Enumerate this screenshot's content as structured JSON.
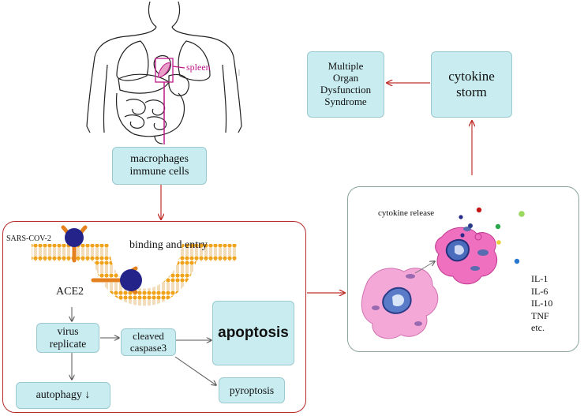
{
  "labels": {
    "spleen": "spleen",
    "macrophages_line1": "macrophages",
    "macrophages_line2": "immune cells",
    "mods_line1": "Multiple",
    "mods_line2": "Organ",
    "mods_line3": "Dysfunction",
    "mods_line4": "Syndrome",
    "storm_line1": "cytokine",
    "storm_line2": "storm",
    "cytokine_release": "cytokine release",
    "virus_name": "SARS-COV-2",
    "binding": "binding and entry",
    "receptor": "ACE2",
    "virus_replicate_line1": "virus",
    "virus_replicate_line2": "replicate",
    "cleaved_line1": "cleaved",
    "cleaved_line2": "caspase3",
    "apoptosis": "apoptosis",
    "autophagy": "autophagy ↓",
    "pyroptosis": "pyroptosis"
  },
  "cytokines": [
    "IL-1",
    "IL-6",
    "IL-10",
    "TNF",
    "etc."
  ],
  "colors": {
    "arrow_red": "#c0302a",
    "arrow_gray": "#555555",
    "box_fill": "#c8ecf0",
    "panel_border_red": "#b52a2a",
    "panel_border_green": "#8aa59a",
    "spleen_magenta": "#c0188a",
    "virus_blue": "#23238a",
    "membrane_orange": "#f0a21a",
    "cell_pink": "#ee88c8"
  }
}
